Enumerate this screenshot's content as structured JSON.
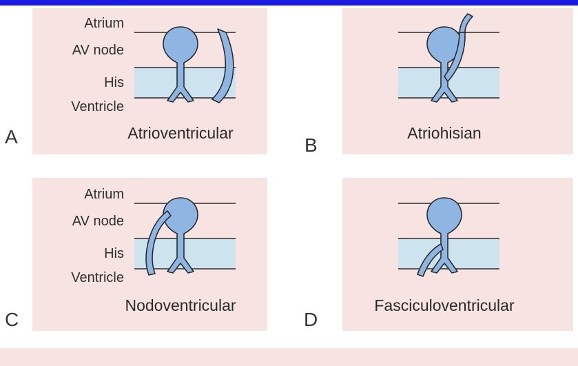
{
  "colors": {
    "top_bar": "#1a1ae0",
    "panel_bg": "#f7e4e2",
    "his_band": "#cde4ee",
    "node_fill": "#8fb5e3",
    "stroke": "#2b2b2b"
  },
  "layer_labels": {
    "atrium": "Atrium",
    "av_node": "AV node",
    "his": "His",
    "ventricle": "Ventricle"
  },
  "panels": [
    {
      "letter": "A",
      "caption": "Atrioventricular"
    },
    {
      "letter": "B",
      "caption": "Atriohisian"
    },
    {
      "letter": "C",
      "caption": "Nodoventricular"
    },
    {
      "letter": "D",
      "caption": "Fasciculoventricular"
    }
  ]
}
